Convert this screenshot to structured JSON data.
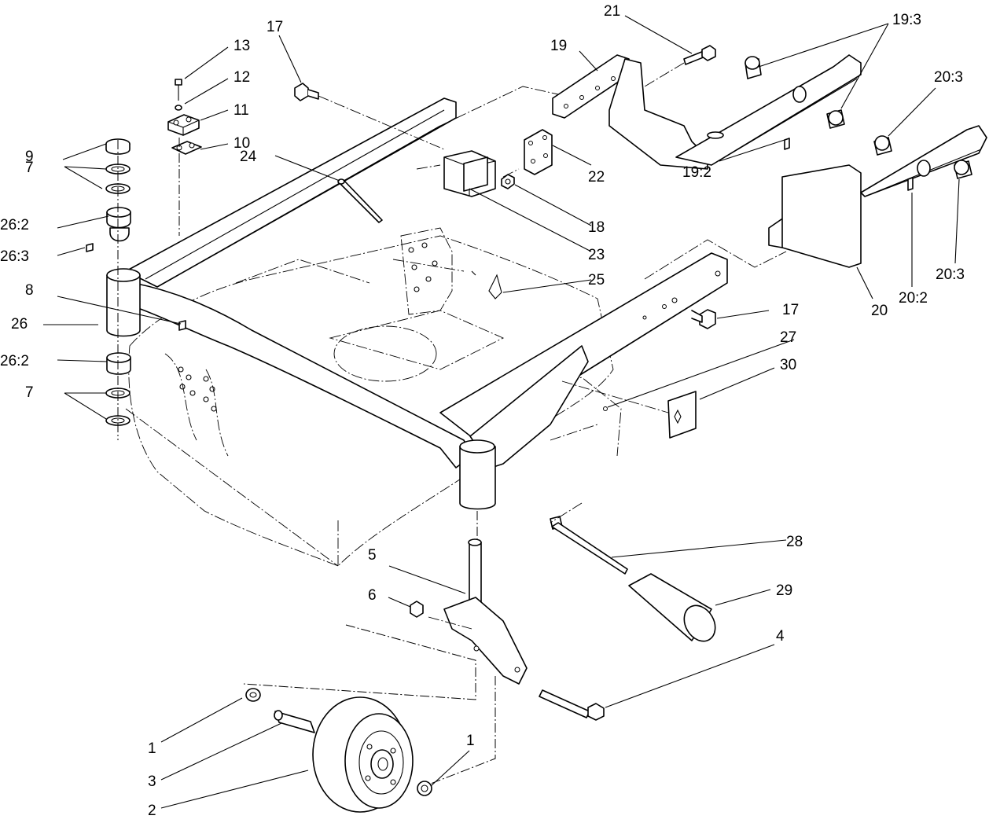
{
  "callouts": [
    {
      "id": "c13",
      "text": "13"
    },
    {
      "id": "c12",
      "text": "12"
    },
    {
      "id": "c11",
      "text": "11"
    },
    {
      "id": "c10",
      "text": "10"
    },
    {
      "id": "c17a",
      "text": "17"
    },
    {
      "id": "c9",
      "text": "9"
    },
    {
      "id": "c7a",
      "text": "7"
    },
    {
      "id": "c26_2a",
      "text": "26:2"
    },
    {
      "id": "c26_3",
      "text": "26:3"
    },
    {
      "id": "c8",
      "text": "8"
    },
    {
      "id": "c26",
      "text": "26"
    },
    {
      "id": "c26_2b",
      "text": "26:2"
    },
    {
      "id": "c7b",
      "text": "7"
    },
    {
      "id": "c24",
      "text": "24"
    },
    {
      "id": "c21",
      "text": "21"
    },
    {
      "id": "c19",
      "text": "19"
    },
    {
      "id": "c19_3",
      "text": "19:3"
    },
    {
      "id": "c20_3a",
      "text": "20:3"
    },
    {
      "id": "c19_2",
      "text": "19:2"
    },
    {
      "id": "c22",
      "text": "22"
    },
    {
      "id": "c18",
      "text": "18"
    },
    {
      "id": "c23",
      "text": "23"
    },
    {
      "id": "c25",
      "text": "25"
    },
    {
      "id": "c20",
      "text": "20"
    },
    {
      "id": "c20_2",
      "text": "20:2"
    },
    {
      "id": "c20_3b",
      "text": "20:3"
    },
    {
      "id": "c17b",
      "text": "17"
    },
    {
      "id": "c27",
      "text": "27"
    },
    {
      "id": "c30",
      "text": "30"
    },
    {
      "id": "c28",
      "text": "28"
    },
    {
      "id": "c5",
      "text": "5"
    },
    {
      "id": "c6",
      "text": "6"
    },
    {
      "id": "c29",
      "text": "29"
    },
    {
      "id": "c4",
      "text": "4"
    },
    {
      "id": "c1a",
      "text": "1"
    },
    {
      "id": "c1b",
      "text": "1"
    },
    {
      "id": "c3",
      "text": "3"
    },
    {
      "id": "c2",
      "text": "2"
    }
  ]
}
